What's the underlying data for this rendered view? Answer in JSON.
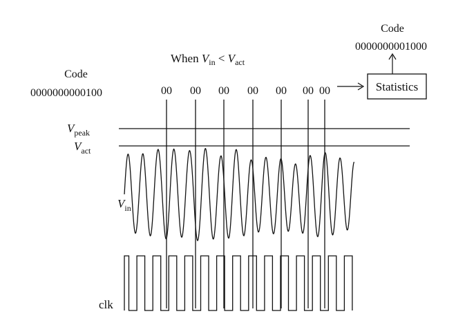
{
  "left_code": {
    "title": "Code",
    "value": "0000000000100"
  },
  "right_code": {
    "title": "Code",
    "value": "0000000001000"
  },
  "condition": {
    "prefix": "When ",
    "v1": "V",
    "v1_sub": "in",
    "op": " < ",
    "v2": "V",
    "v2_sub": "act"
  },
  "sample_bits": [
    "00",
    "00",
    "00",
    "00",
    "00",
    "00",
    "00"
  ],
  "statistics_label": "Statistics",
  "signals": {
    "vpeak": {
      "main": "V",
      "sub": "peak"
    },
    "vact": {
      "main": "V",
      "sub": "act"
    },
    "vin": {
      "main": "V",
      "sub": "in"
    },
    "clk": "clk"
  }
}
